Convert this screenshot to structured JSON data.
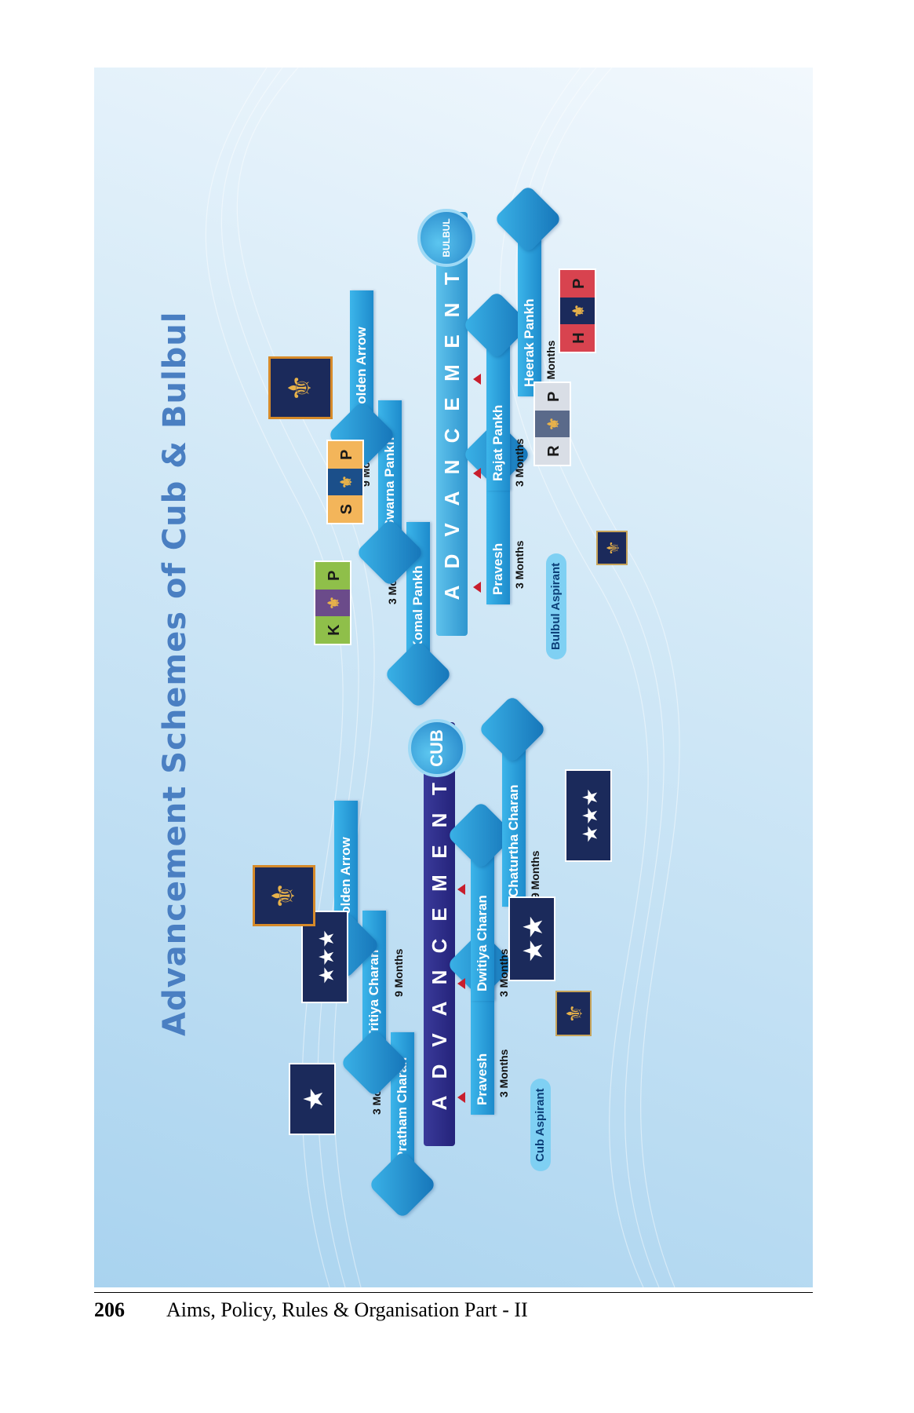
{
  "title": "Advancement Schemes of Cub & Bulbul",
  "colors": {
    "cub_spine": "#24237a",
    "bulbul_spine": "#2f96cf",
    "branch": "#1d8bcc",
    "connector_arrow": "#c81e2d",
    "title": "#4a7fc2"
  },
  "schemes": [
    {
      "id": "cub",
      "pin_label": "CUB",
      "spine_letters": [
        "A",
        "D",
        "V",
        "A",
        "N",
        "C",
        "E",
        "M",
        "E",
        "N",
        "T"
      ],
      "aspirant_label": "Cub Aspirant",
      "branches": [
        {
          "label": "Pravesh",
          "duration": "3 Months",
          "badge_icon": "fleur-de-lis-icon"
        },
        {
          "label": "Pratham Charan",
          "duration": "3 Months",
          "badge_icon": "one-star-icon",
          "badge_text": "★"
        },
        {
          "label": "Dwitiya Charan",
          "duration": "3 Months",
          "badge_icon": "two-star-icon",
          "badge_text": "★★"
        },
        {
          "label": "Tritiya Charan",
          "duration": "9 Months",
          "badge_icon": "three-star-icon",
          "badge_text": "★★★"
        },
        {
          "label": "Chaturtha Charan",
          "duration": "9 Months",
          "badge_icon": "three-star-arrow-icon",
          "badge_text": "★★★"
        },
        {
          "label": "Golden Arrow",
          "duration": "",
          "badge_icon": "golden-arrow-badge-icon"
        }
      ]
    },
    {
      "id": "bulbul",
      "pin_label": "BULBUL",
      "spine_letters": [
        "A",
        "D",
        "V",
        "A",
        "N",
        "C",
        "E",
        "M",
        "E",
        "N",
        "T"
      ],
      "aspirant_label": "Bulbul Aspirant",
      "branches": [
        {
          "label": "Pravesh",
          "duration": "3 Months",
          "badge_icon": "fleur-de-lis-icon"
        },
        {
          "label": "Komal Pankh",
          "duration": "3 Months",
          "badge_icon": "komal-pankh-badge-icon",
          "badge_letters": [
            "K",
            "P"
          ]
        },
        {
          "label": "Rajat Pankh",
          "duration": "3 Months",
          "badge_icon": "rajat-pankh-badge-icon",
          "badge_letters": [
            "R",
            "P"
          ]
        },
        {
          "label": "Swarna Pankh",
          "duration": "9 Months",
          "badge_icon": "swarna-pankh-badge-icon",
          "badge_letters": [
            "S",
            "P"
          ]
        },
        {
          "label": "Heerak Pankh",
          "duration": "9 Months",
          "badge_icon": "heerak-pankh-badge-icon",
          "badge_letters": [
            "H",
            "P"
          ]
        },
        {
          "label": "Golden Arrow",
          "duration": "",
          "badge_icon": "golden-arrow-badge-icon"
        }
      ]
    }
  ],
  "footer": {
    "page_number": "206",
    "text": "Aims, Policy, Rules & Organisation  Part - II"
  }
}
